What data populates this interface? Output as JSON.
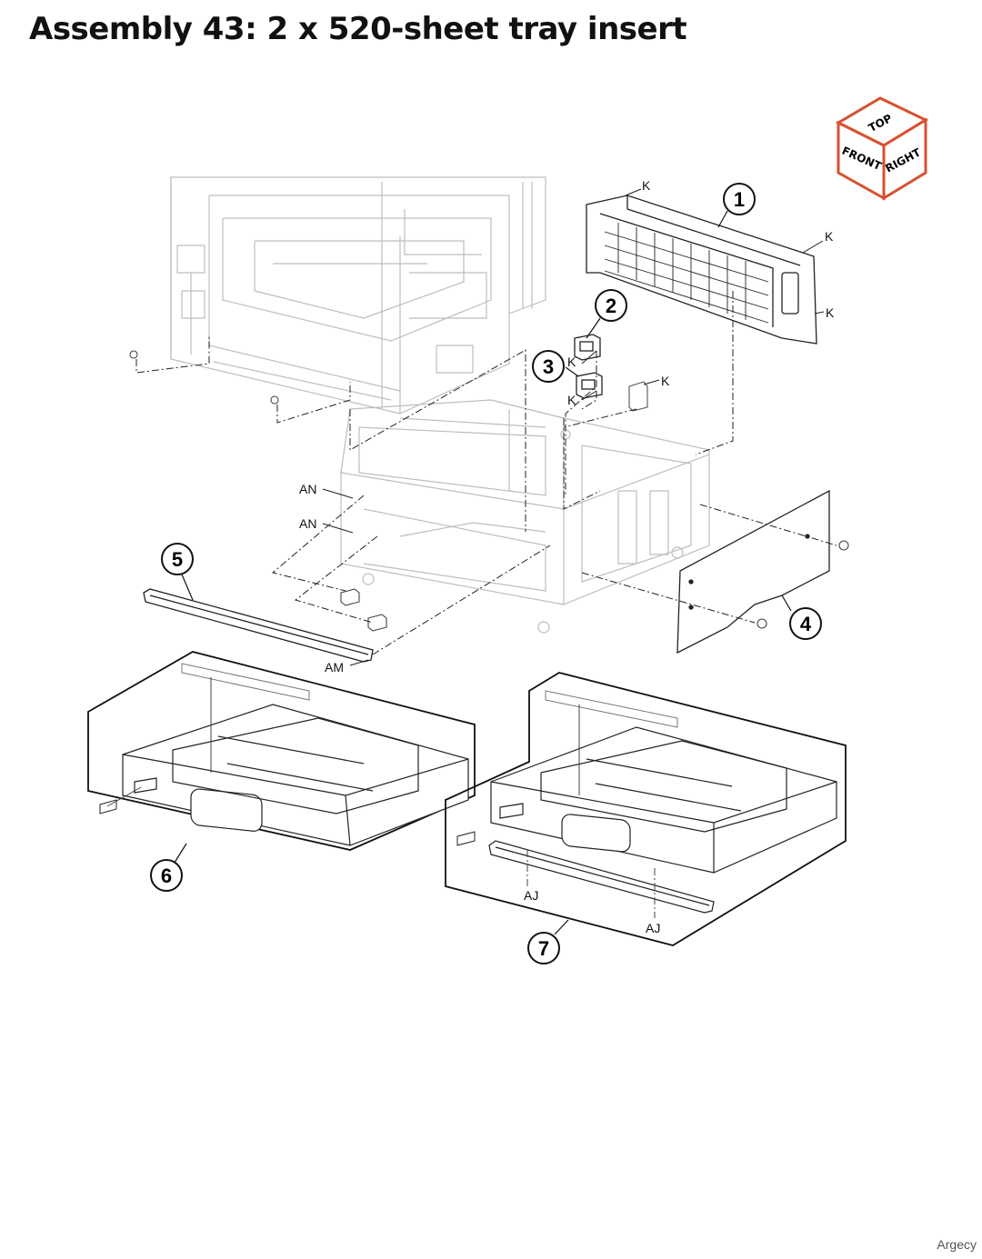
{
  "title": "Assembly 43: 2 x 520-sheet tray insert",
  "orientation_cube": {
    "top": "TOP",
    "front": "FRONT",
    "right": "RIGHT",
    "edge_color": "#d9502f"
  },
  "callouts": [
    "1",
    "2",
    "3",
    "4",
    "5",
    "6",
    "7"
  ],
  "letter_labels": {
    "k": "K",
    "an": "AN",
    "am": "AM",
    "aj": "AJ"
  },
  "footer": "Argecy"
}
